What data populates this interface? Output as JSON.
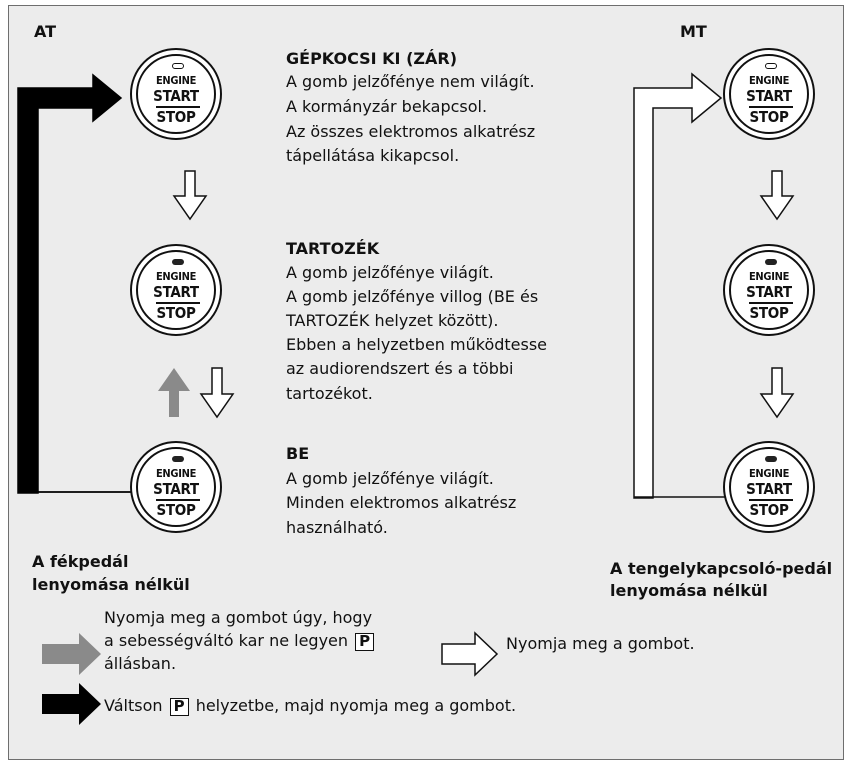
{
  "headers": {
    "at": "AT",
    "mt": "MT"
  },
  "button": {
    "engine": "ENGINE",
    "start": "START",
    "stop": "STOP"
  },
  "states": [
    {
      "title": "GÉPKOCSI KI (ZÁR)",
      "lines": [
        "A gomb jelzőfénye nem világít.",
        "A kormányzár bekapcsol.",
        "Az összes elektromos alkatrész",
        "tápellátása kikapcsol."
      ]
    },
    {
      "title": "TARTOZÉK",
      "lines": [
        "A gomb jelzőfénye világít.",
        "A gomb jelzőfénye villog (BE és",
        "TARTOZÉK helyzet között).",
        "Ebben a helyzetben működtesse",
        "az audiorendszert és a többi",
        "tartozékot."
      ]
    },
    {
      "title": "BE",
      "lines": [
        "A gomb jelzőfénye világít.",
        "Minden elektromos alkatrész",
        "használható."
      ]
    }
  ],
  "captions": {
    "at": [
      "A fékpedál",
      "lenyomása nélkül"
    ],
    "mt": [
      "A tengelykapcsoló-pedál",
      "lenyomása nélkül"
    ]
  },
  "legend": {
    "gray": {
      "line1": "Nyomja meg a gombot úgy, hogy",
      "line2_before": "a sebességváltó kar ne legyen",
      "line2_box": "P",
      "line3": "állásban."
    },
    "white": {
      "text": "Nyomja meg a gombot."
    },
    "black": {
      "before": "Váltson",
      "box": "P",
      "after": "helyzetbe, majd nyomja meg a gombot."
    }
  },
  "colors": {
    "background": "#ececec",
    "gray_arrow": "#8a8a8a",
    "black_arrow": "#000000",
    "white_arrow": "#ffffff"
  }
}
